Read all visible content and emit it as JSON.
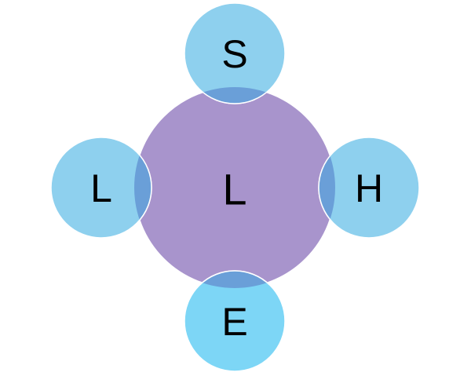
{
  "diagram": {
    "center": {
      "label": "L",
      "color": "#a894cc"
    },
    "satellites": [
      {
        "id": "top",
        "label": "S",
        "color": "#8ed0ee"
      },
      {
        "id": "left",
        "label": "L",
        "color": "#8ed0ee"
      },
      {
        "id": "right",
        "label": "H",
        "color": "#8ed0ee"
      },
      {
        "id": "bottom",
        "label": "E",
        "color": "#7dd6f6"
      }
    ],
    "overlap_color": "#6a9fd8",
    "outline_color": "#ffffff"
  }
}
